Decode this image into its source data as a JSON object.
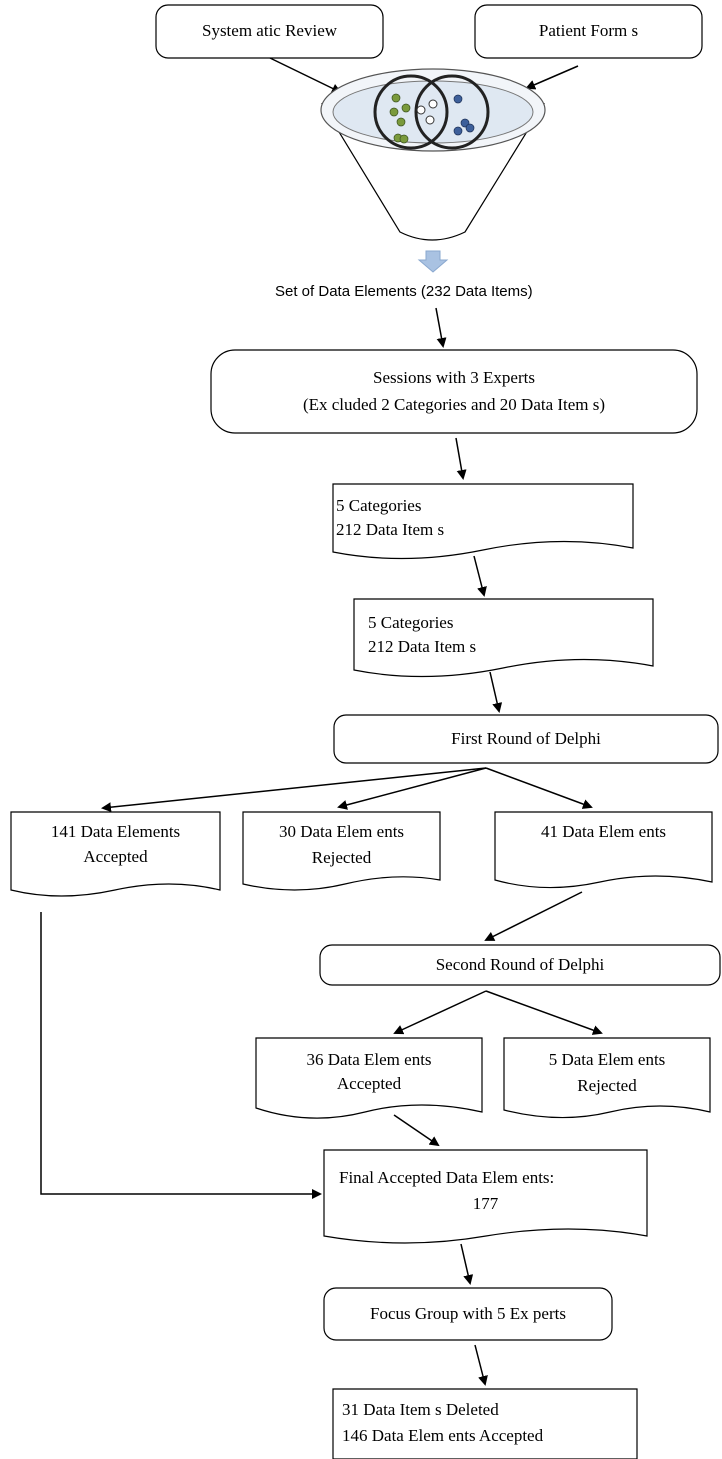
{
  "sources": {
    "left": "System atic Review",
    "right": "Patient Form s"
  },
  "funnel_output": "Set of Data Elements (232 Data Items)",
  "sessions": {
    "line1": "Sessions with 3 Experts",
    "line2": "(Ex cluded 2 Categories and 20 Data Item s)"
  },
  "categories_a": {
    "line1": "5 Categories",
    "line2": "212 Data Item s"
  },
  "categories_b": {
    "line1": "5 Categories",
    "line2": "212 Data Item s"
  },
  "delphi_1": "First Round of Delphi",
  "round1_results": {
    "accepted": {
      "line1": "141 Data Elements",
      "line2": "Accepted"
    },
    "rejected": {
      "line1": "30 Data Elem ents",
      "line2": "Rejected"
    },
    "pending": {
      "line1": "41 Data Elem ents"
    }
  },
  "delphi_2": "Second Round of Delphi",
  "round2_results": {
    "accepted": {
      "line1": "36 Data Elem ents",
      "line2": "Accepted"
    },
    "rejected": {
      "line1": "5 Data Elem ents",
      "line2": "Rejected"
    }
  },
  "final": {
    "line1": "Final Accepted Data Elem ents:",
    "line2": "177"
  },
  "focus_group": "Focus Group with 5 Ex perts",
  "result": {
    "line1": "31 Data Item s Deleted",
    "line2": "146 Data Elem ents Accepted"
  },
  "colors": {
    "stroke": "#000000",
    "funnel_fill": "#ffffff",
    "funnel_inner": "#dfe8f2",
    "green_dot": "#7a9a3c",
    "blue_dot": "#3d5f9a",
    "arrow_blue": "#a9c2e2"
  }
}
